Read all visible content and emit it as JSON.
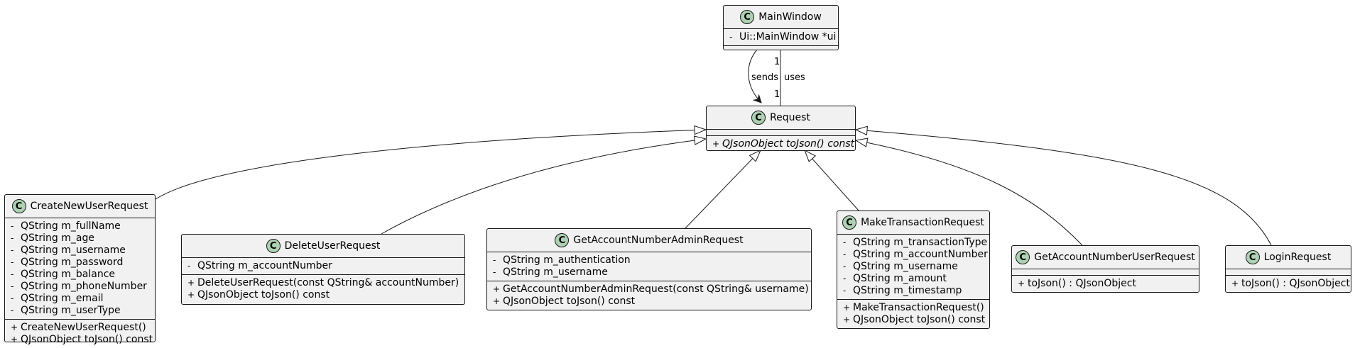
{
  "classes": {
    "main_window": {
      "name": "MainWindow",
      "fields": [
        "Ui::MainWindow *ui"
      ]
    },
    "request": {
      "name": "Request",
      "methods": [
        "QJsonObject toJson() const"
      ]
    },
    "create_new_user_request": {
      "name": "CreateNewUserRequest",
      "fields": [
        "QString m_fullName",
        "QString m_age",
        "QString m_username",
        "QString m_password",
        "QString m_balance",
        "QString m_phoneNumber",
        "QString m_email",
        "QString m_userType"
      ],
      "methods": [
        "CreateNewUserRequest()",
        "QJsonObject toJson() const"
      ]
    },
    "delete_user_request": {
      "name": "DeleteUserRequest",
      "fields": [
        "QString m_accountNumber"
      ],
      "methods": [
        "DeleteUserRequest(const QString& accountNumber)",
        "QJsonObject toJson() const"
      ]
    },
    "get_account_number_admin_request": {
      "name": "GetAccountNumberAdminRequest",
      "fields": [
        "QString m_authentication",
        "QString m_username"
      ],
      "methods": [
        "GetAccountNumberAdminRequest(const QString& username)",
        "QJsonObject toJson() const"
      ]
    },
    "make_transaction_request": {
      "name": "MakeTransactionRequest",
      "fields": [
        "QString m_transactionType",
        "QString m_accountNumber",
        "QString m_username",
        "QString m_amount",
        "QString m_timestamp"
      ],
      "methods": [
        "MakeTransactionRequest()",
        "QJsonObject toJson() const"
      ]
    },
    "get_account_number_user_request": {
      "name": "GetAccountNumberUserRequest",
      "methods": [
        "toJson() : QJsonObject"
      ]
    },
    "login_request": {
      "name": "LoginRequest",
      "methods": [
        "toJson() : QJsonObject"
      ]
    }
  },
  "icons": {
    "class_badge": "C",
    "private_marker": "-",
    "public_marker": "+"
  },
  "relations": {
    "sends_label": "sends",
    "uses_label": "uses",
    "mult_top": "1",
    "mult_bottom": "1"
  },
  "colors": {
    "class_fill": "#f1f1f1",
    "badge_fill": "#add1b2",
    "line": "#181818"
  }
}
